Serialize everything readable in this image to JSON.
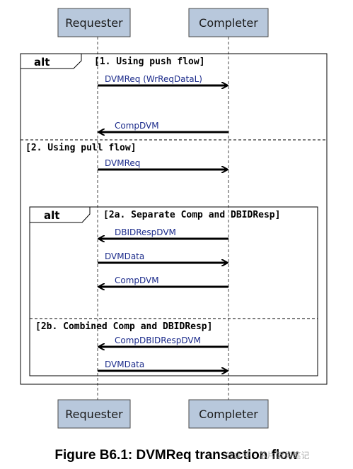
{
  "participants": {
    "requester": "Requester",
    "completer": "Completer"
  },
  "frames": {
    "outer_alt": {
      "keyword": "alt",
      "guard_1": "[1. Using push flow]",
      "guard_2": "[2. Using pull flow]"
    },
    "inner_alt": {
      "keyword": "alt",
      "guard_2a": "[2a. Separate Comp and DBIDResp]",
      "guard_2b": "[2b. Combined Comp and DBIDResp]"
    }
  },
  "messages": [
    {
      "label": "DVMReq (WrReqDataL)",
      "from": "requester",
      "to": "completer"
    },
    {
      "label": "CompDVM",
      "from": "completer",
      "to": "requester"
    },
    {
      "label": "DVMReq",
      "from": "requester",
      "to": "completer"
    },
    {
      "label": "DBIDRespDVM",
      "from": "completer",
      "to": "requester"
    },
    {
      "label": "DVMData",
      "from": "requester",
      "to": "completer"
    },
    {
      "label": "CompDVM",
      "from": "completer",
      "to": "requester"
    },
    {
      "label": "CompDBIDRespDVM",
      "from": "completer",
      "to": "requester"
    },
    {
      "label": "DVMData",
      "from": "requester",
      "to": "completer"
    }
  ],
  "caption": "Figure B6.1: DVMReq transaction flow",
  "watermark": "公众号 · 芯片架构笔记"
}
